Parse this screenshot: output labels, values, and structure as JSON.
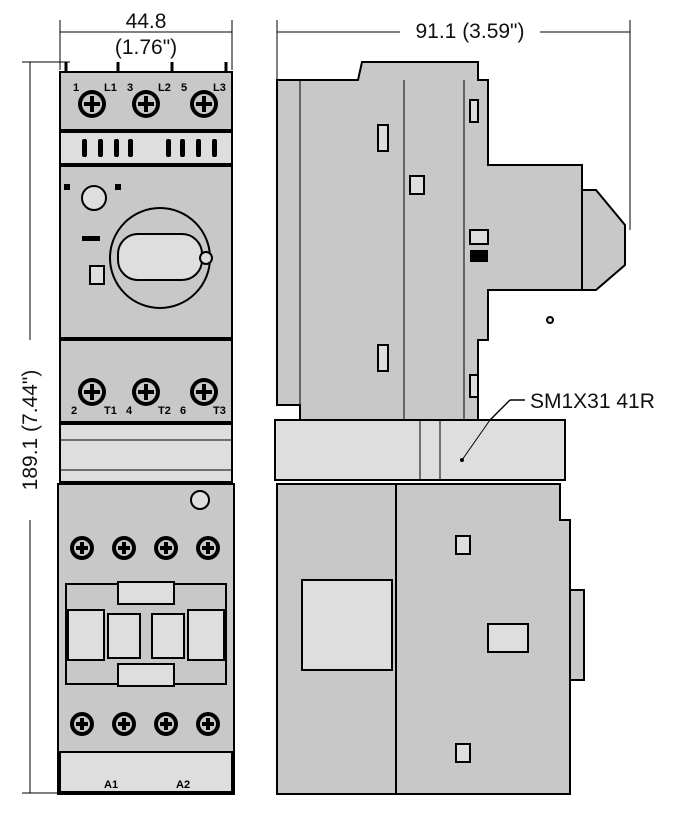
{
  "dimensions": {
    "width": "44.8",
    "width_in": "(1.76\")",
    "depth": "91.1 (3.59\")",
    "height": "189.1 (7.44\")"
  },
  "callout": "SM1X31 41R",
  "terminals": {
    "top": [
      "1",
      "L1",
      "3",
      "L2",
      "5",
      "L3"
    ],
    "bottom": [
      "2",
      "T1",
      "4",
      "T2",
      "6",
      "T3"
    ],
    "coil": [
      "A1",
      "A2"
    ]
  },
  "colors": {
    "body": "#c8c8c8",
    "line": "#000000"
  }
}
